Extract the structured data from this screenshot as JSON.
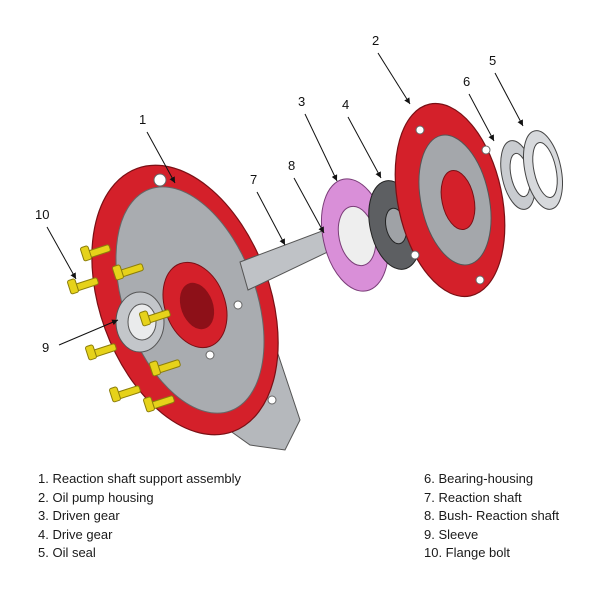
{
  "callouts": {
    "c1": "1",
    "c2": "2",
    "c3": "3",
    "c4": "4",
    "c5": "5",
    "c6": "6",
    "c7": "7",
    "c8": "8",
    "c9": "9",
    "c10": "10"
  },
  "legend": {
    "left": [
      "1. Reaction shaft support assembly",
      "2. Oil pump housing",
      "3. Driven gear",
      "4. Drive gear",
      "5. Oil seal"
    ],
    "right": [
      "6. Bearing-housing",
      "7. Reaction shaft",
      "8. Bush- Reaction shaft",
      "9. Sleeve",
      "10. Flange bolt"
    ]
  },
  "colors": {
    "housing_red": "#d4202a",
    "housing_grey": "#b5b8bc",
    "driven_gear": "#d98fd8",
    "bolt_yellow": "#e6d21a",
    "outline": "#333333"
  }
}
